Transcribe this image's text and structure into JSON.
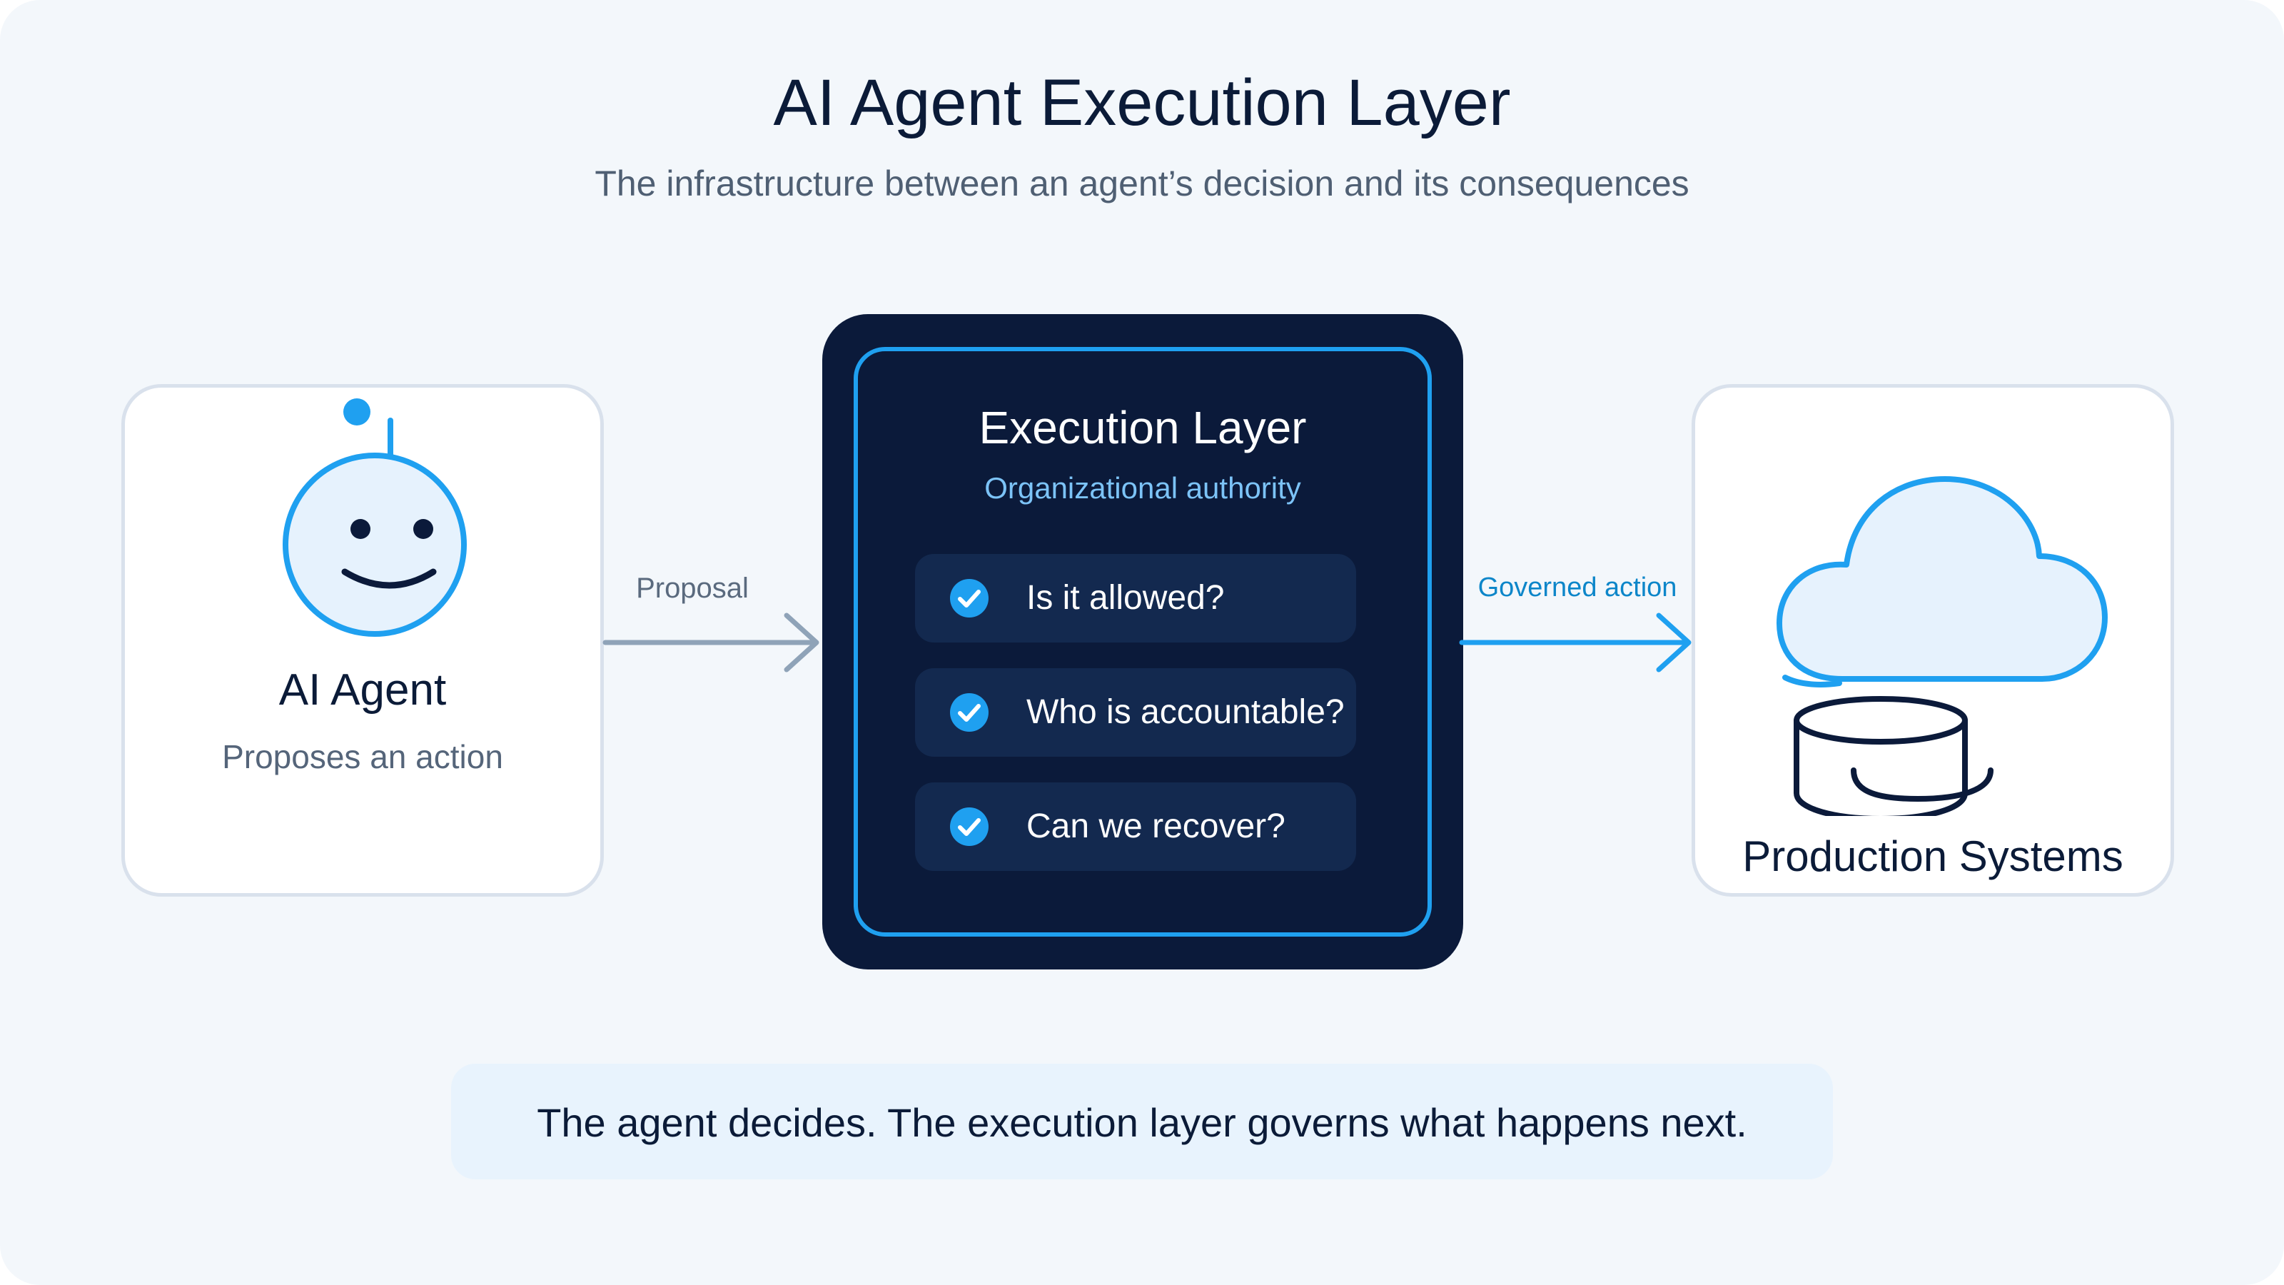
{
  "header": {
    "title": "AI Agent Execution Layer",
    "subtitle": "The infrastructure between an agent’s decision and its consequences"
  },
  "agent": {
    "title": "AI Agent",
    "subtitle": "Proposes an action",
    "icon": "robot-face-icon"
  },
  "execution_layer": {
    "title": "Execution Layer",
    "subtitle": "Organizational authority",
    "checks": [
      {
        "label": "Is it allowed?",
        "icon": "check-circle-icon"
      },
      {
        "label": "Who is accountable?",
        "icon": "check-circle-icon"
      },
      {
        "label": "Can we recover?",
        "icon": "check-circle-icon"
      }
    ]
  },
  "systems": {
    "title": "Production Systems",
    "icon": "cloud-database-icon"
  },
  "arrows": {
    "proposal": "Proposal",
    "governed": "Governed action"
  },
  "footer": {
    "text": "The agent decides. The execution layer governs what happens next."
  },
  "colors": {
    "background": "#f3f7fb",
    "navy": "#0b1a3a",
    "accent_blue": "#1fa0f0",
    "gray_arrow": "#8fa3b8",
    "light_fill": "#e6f2fd"
  }
}
